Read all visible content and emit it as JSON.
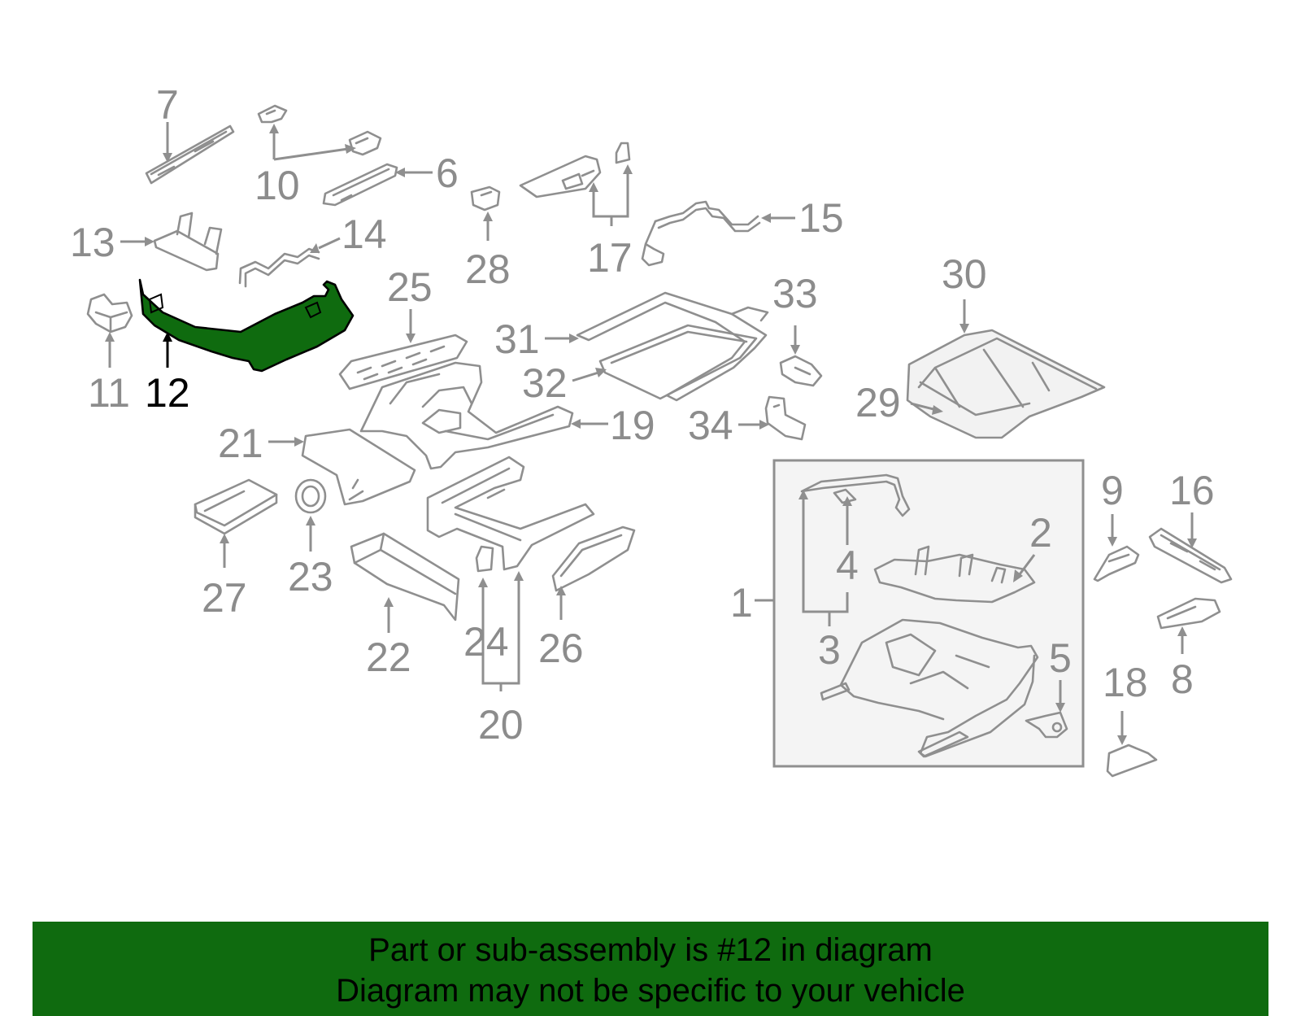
{
  "diagram": {
    "highlighted_part": "12",
    "highlight_color": "#0f6b0f",
    "labels": {
      "l1": "1",
      "l2": "2",
      "l3": "3",
      "l4": "4",
      "l5": "5",
      "l6": "6",
      "l7": "7",
      "l8": "8",
      "l9": "9",
      "l10": "10",
      "l11": "11",
      "l12": "12",
      "l13": "13",
      "l14": "14",
      "l15": "15",
      "l16": "16",
      "l17": "17",
      "l18": "18",
      "l19": "19",
      "l20": "20",
      "l21": "21",
      "l22": "22",
      "l23": "23",
      "l24": "24",
      "l25": "25",
      "l26": "26",
      "l27": "27",
      "l28": "28",
      "l29": "29",
      "l30": "30",
      "l31": "31",
      "l32": "32",
      "l33": "33",
      "l34": "34"
    }
  },
  "banner": {
    "line1": "Part or sub-assembly is #12 in diagram",
    "line2": "Diagram may not be specific to your vehicle",
    "color": "#0f6b0f"
  }
}
